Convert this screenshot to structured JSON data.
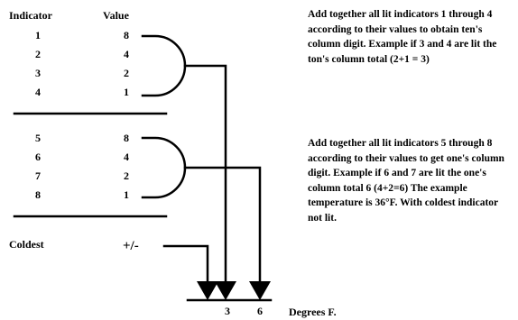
{
  "headers": {
    "indicator": "Indicator",
    "value": "Value"
  },
  "tens_group": {
    "indicators": [
      "1",
      "2",
      "3",
      "4"
    ],
    "values": [
      "8",
      "4",
      "2",
      "1"
    ]
  },
  "ones_group": {
    "indicators": [
      "5",
      "6",
      "7",
      "8"
    ],
    "values": [
      "8",
      "4",
      "2",
      "1"
    ]
  },
  "coldest": {
    "label": "Coldest",
    "sign": "+/-"
  },
  "outputs": {
    "tens_digit": "3",
    "ones_digit": "6",
    "unit": "Degrees F."
  },
  "explanations": {
    "tens": "Add together all lit indicators 1 through 4 according to their values to obtain ten's column digit.  Example if 3 and 4 are lit the ton's column total (2+1 = 3)",
    "ones": "Add together all lit indicators 5 through 8 according to their values to get one's column digit. Example if 6 and 7 are lit the one's column total 6 (4+2=6) The example temperature is 36°F.  With coldest indicator not lit."
  }
}
